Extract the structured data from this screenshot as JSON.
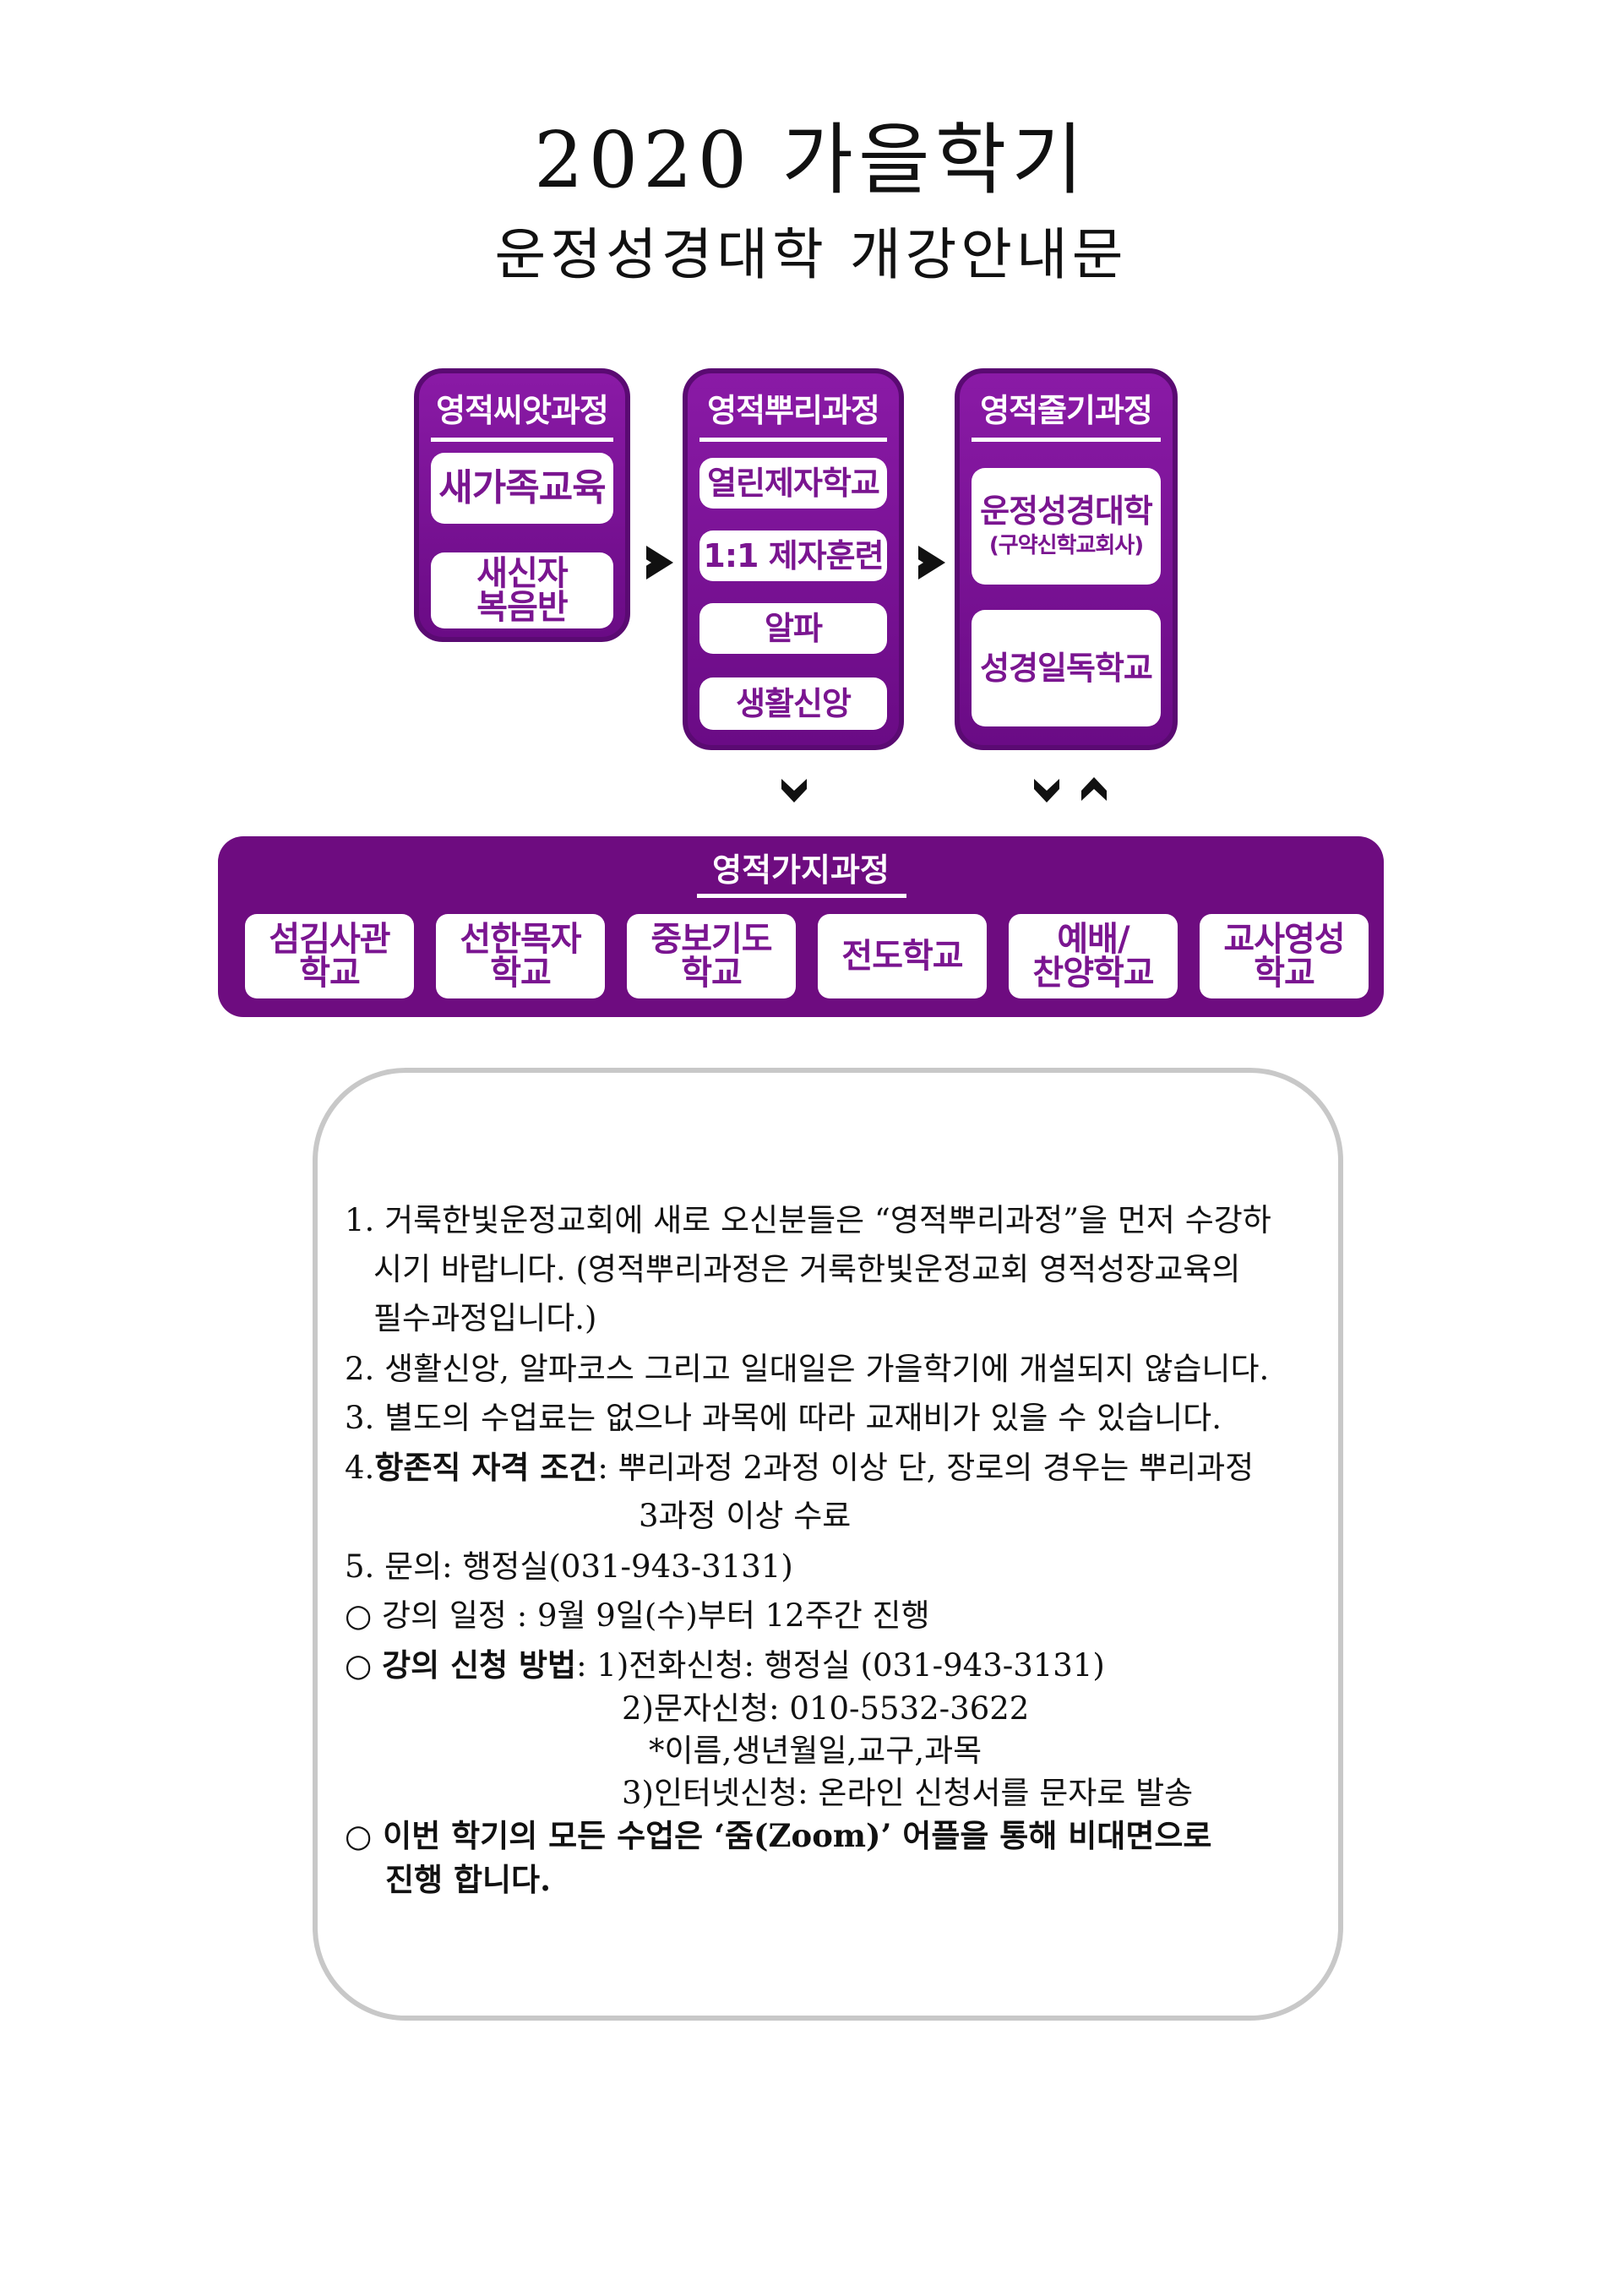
{
  "title": {
    "line1": "2020 가을학기",
    "line2": "운정성경대학 개강안내문"
  },
  "flowchart": {
    "seed": {
      "title": "영적씨앗과정",
      "items": [
        "새가족교육",
        "새신자\n복음반"
      ]
    },
    "root": {
      "title": "영적뿌리과정",
      "items": [
        "열린제자학교",
        "1:1 제자훈련",
        "알파",
        "생활신앙"
      ]
    },
    "stem": {
      "title": "영적줄기과정",
      "items": [
        {
          "main": "운정성경대학",
          "sub": "(구약신학교회사)"
        },
        {
          "main": "성경일독학교",
          "sub": ""
        }
      ]
    },
    "branch": {
      "title": "영적가지과정",
      "items": [
        "섬김사관\n학교",
        "선한목자\n학교",
        "중보기도\n학교",
        "전도학교",
        "예배/\n찬양학교",
        "교사영성\n학교"
      ]
    }
  },
  "notice": {
    "item1_l1": "1. 거룩한빛운정교회에 새로 오신분들은 “영적뿌리과정”을 먼저 수강하",
    "item1_l2": "시기 바랍니다. (영적뿌리과정은 거룩한빛운정교회 영적성장교육의",
    "item1_l3": "필수과정입니다.)",
    "item2": "2. 생활신앙, 알파코스 그리고 일대일은 가을학기에 개설되지 않습니다.",
    "item3": "3. 별도의 수업료는 없으나 과목에 따라 교재비가 있을 수 있습니다.",
    "item4_prefix": "4.",
    "item4_bold": "항존직 자격 조건",
    "item4_rest": ": 뿌리과정 2과정 이상 단, 장로의 경우는 뿌리과정",
    "item4_l2": "3과정 이상 수료",
    "item5": "5. 문의: 행정실(031-943-3131)",
    "schedule": "○ 강의 일정 : 9월 9일(수)부터 12주간 진행",
    "apply_prefix": "○",
    "apply_bold": "강의 신청 방법",
    "apply_1": ": 1)전화신청: 행정실 (031-943-3131)",
    "apply_2": "2)문자신청: 010-5532-3622",
    "apply_2_note": "*이름,생년월일,교구,과목",
    "apply_3": "3)인터넷신청: 온라인 신청서를 문자로 발송",
    "zoom_l1": "○ 이번 학기의 모든 수업은 ‘줌(Zoom)’ 어플을 통해 비대면으로",
    "zoom_l2": "진행 합니다."
  }
}
